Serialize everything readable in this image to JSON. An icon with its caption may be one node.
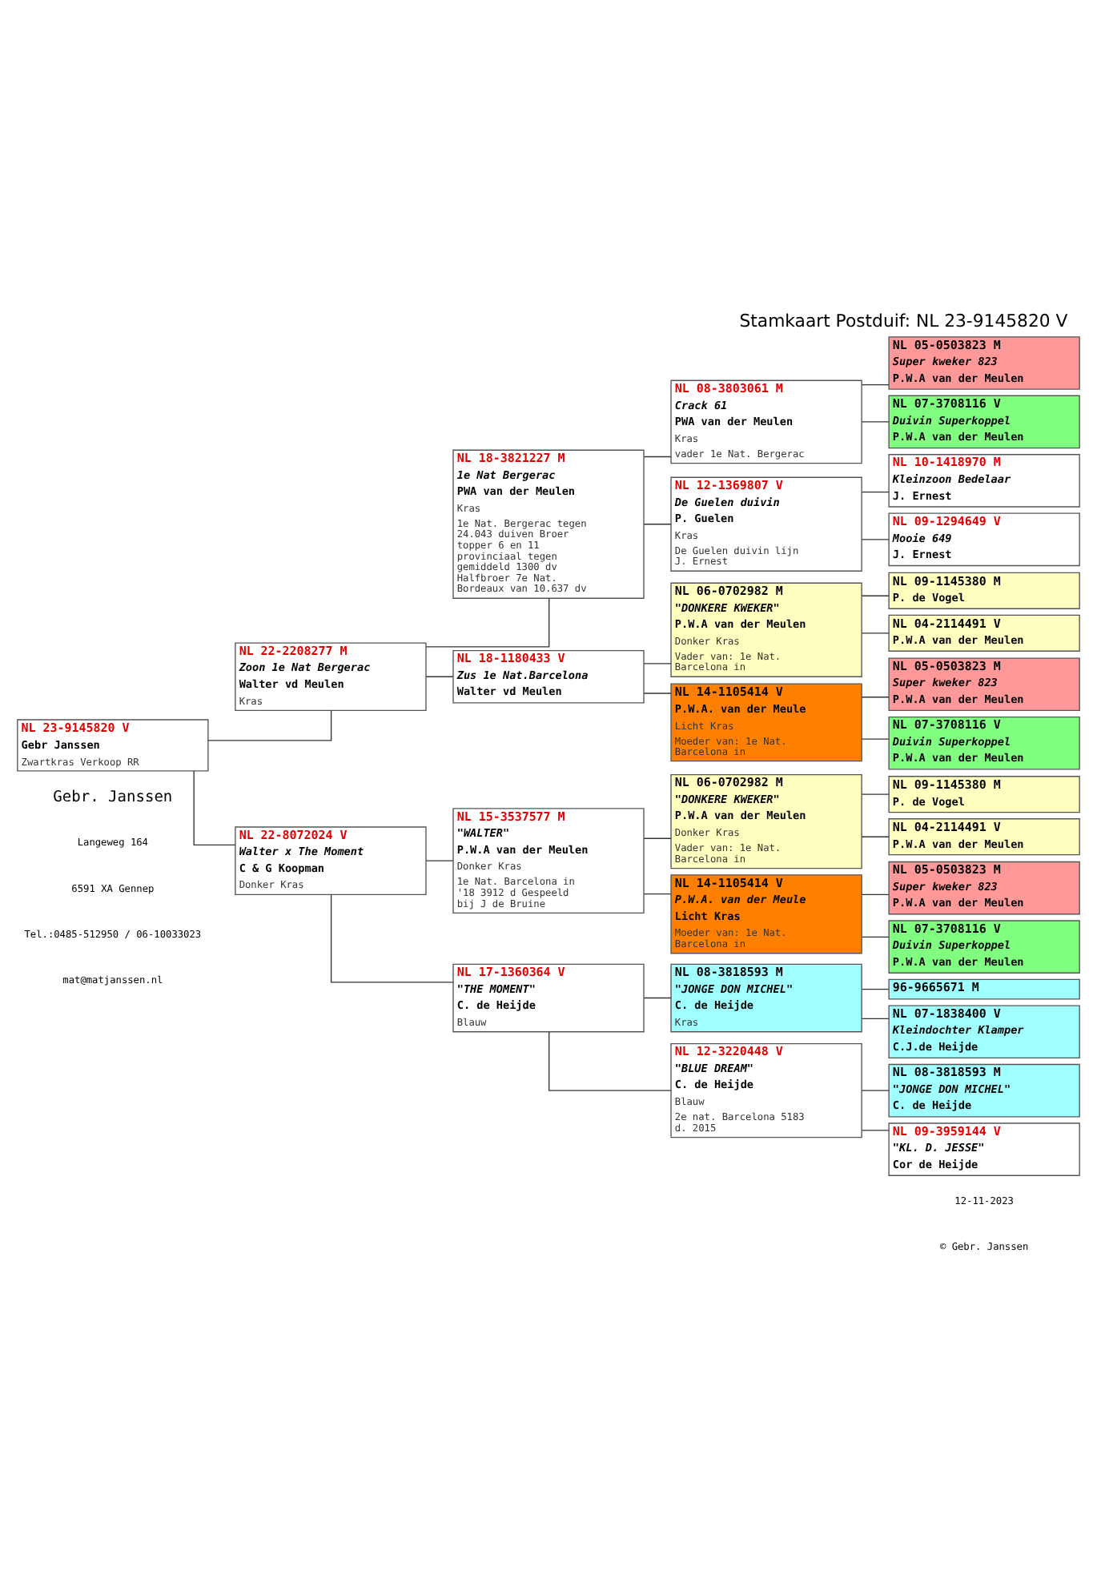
{
  "diagram": {
    "title": "Stamkaart Postduif: NL 23-9145820 V",
    "nodes": [
      {
        "text": [
          "NL 23-9145820 V",
          "Gebr Janssen",
          "Zwartkras Verkoop RR"
        ]
      },
      {
        "text": [
          "NL 22-2208277 M",
          "Zoon 1e Nat Bergerac",
          "Walter vd Meulen",
          "Kras"
        ]
      },
      {
        "text": [
          "NL 22-8072024 V",
          "Walter x The Moment",
          "C & G Koopman",
          "Donker Kras"
        ]
      },
      {
        "text": [
          "NL 18-3821227 M",
          "1e Nat Bergerac",
          "PWA van der Meulen",
          "Kras",
          "1e Nat. Bergerac tegen 24.043 duiven Broer topper 6 en 11 provinciaal tegen gemiddeld 1300 dv Halfbroer 7e Nat. Bordeaux van 10.637 dv"
        ]
      },
      {
        "text": [
          "NL 18-1180433 V",
          "Zus 1e Nat.Barcelona",
          "Walter vd Meulen"
        ]
      },
      {
        "text": [
          "NL 15-3537577 M",
          "\"WALTER\"",
          "P.W.A van der Meulen",
          "Donker Kras",
          "1e Nat. Barcelona in '18 3912 d Gespeeld bij J de Bruine"
        ]
      },
      {
        "text": [
          "NL 17-1360364 V",
          "\"THE MOMENT\"",
          "C. de Heijde",
          "Blauw"
        ]
      },
      {
        "text": [
          "NL 08-3803061 M",
          "Crack 61",
          "PWA van der Meulen",
          "Kras",
          "vader 1e Nat. Bergerac"
        ]
      },
      {
        "text": [
          "NL 12-1369807 V",
          "De Guelen duivin",
          "P. Guelen",
          "Kras",
          "De Guelen duivin lijn J. Ernest"
        ]
      },
      {
        "text": [
          "NL 06-0702982 M",
          "\"DONKERE KWEKER\"",
          "P.W.A van der Meulen",
          "Donker Kras",
          "Vader van: 1e Nat. Barcelona in"
        ]
      },
      {
        "text": [
          "NL 14-1105414 V",
          "P.W.A. van der Meule",
          "Licht Kras",
          "Moeder van: 1e Nat. Barcelona in"
        ]
      },
      {
        "text": [
          "NL 06-0702982 M",
          "\"DONKERE KWEKER\"",
          "P.W.A van der Meulen",
          "Donker Kras",
          "Vader van: 1e Nat. Barcelona in"
        ]
      },
      {
        "text": [
          "NL 14-1105414 V",
          "P.W.A. van der Meule",
          "Licht Kras",
          "Moeder van: 1e Nat. Barcelona in"
        ]
      },
      {
        "text": [
          "NL 08-3818593 M",
          "\"JONGE DON MICHEL\"",
          "C. de Heijde",
          "Kras"
        ]
      },
      {
        "text": [
          "NL 12-3220448 V",
          "\"BLUE DREAM\"",
          "C. de Heijde",
          "Blauw",
          "2e nat. Barcelona 5183 d. 2015"
        ]
      },
      {
        "text": [
          "NL 05-0503823 M",
          "Super kweker 823",
          "P.W.A van der Meulen"
        ]
      },
      {
        "text": [
          "NL 07-3708116 V",
          "Duivin Superkoppel",
          "P.W.A van der Meulen"
        ]
      },
      {
        "text": [
          "NL 10-1418970 M",
          "Kleinzoon Bedelaar",
          "J. Ernest"
        ]
      },
      {
        "text": [
          "NL 09-1294649 V",
          "Mooie 649",
          "J. Ernest"
        ]
      },
      {
        "text": [
          "NL 09-1145380 M",
          "P. de Vogel"
        ]
      },
      {
        "text": [
          "NL 04-2114491 V",
          "P.W.A van der Meulen"
        ]
      },
      {
        "text": [
          "NL 05-0503823 M",
          "Super kweker 823",
          "P.W.A van der Meulen"
        ]
      },
      {
        "text": [
          "NL 07-3708116 V",
          "Duivin Superkoppel",
          "P.W.A van der Meulen"
        ]
      },
      {
        "text": [
          "NL 09-1145380 M",
          "P. de Vogel"
        ]
      },
      {
        "text": [
          "NL 04-2114491 V",
          "P.W.A van der Meulen"
        ]
      },
      {
        "text": [
          "NL 05-0503823 M",
          "Super kweker 823",
          "P.W.A van der Meulen"
        ]
      },
      {
        "text": [
          "NL 07-3708116 V",
          "Duivin Superkoppel",
          "P.W.A van der Meulen"
        ]
      },
      {
        "text": [
          "96-9665671 M"
        ]
      },
      {
        "text": [
          "NL 07-1838400 V",
          "Kleindochter Klamper",
          "C.J.de Heijde"
        ]
      },
      {
        "text": [
          "NL 08-3818593 M",
          "\"JONGE DON MICHEL\"",
          "C. de Heijde"
        ]
      },
      {
        "text": [
          "NL 09-3959144 V",
          "\"KL. D. JESSE\"",
          "Cor de Heijde"
        ]
      }
    ],
    "edges": [
      {
        "from": 0,
        "to": 1,
        "arrow": "none"
      },
      {
        "from": 0,
        "to": 2,
        "arrow": "none"
      },
      {
        "from": 1,
        "to": 3,
        "arrow": "none"
      },
      {
        "from": 1,
        "to": 4,
        "arrow": "none"
      },
      {
        "from": 2,
        "to": 5,
        "arrow": "none"
      },
      {
        "from": 2,
        "to": 6,
        "arrow": "none"
      },
      {
        "from": 3,
        "to": 7,
        "arrow": "none"
      },
      {
        "from": 3,
        "to": 8,
        "arrow": "none"
      },
      {
        "from": 4,
        "to": 9,
        "arrow": "none"
      },
      {
        "from": 4,
        "to": 10,
        "arrow": "none"
      },
      {
        "from": 5,
        "to": 11,
        "arrow": "none"
      },
      {
        "from": 5,
        "to": 12,
        "arrow": "none"
      },
      {
        "from": 6,
        "to": 13,
        "arrow": "none"
      },
      {
        "from": 6,
        "to": 14,
        "arrow": "none"
      },
      {
        "from": 7,
        "to": 15,
        "arrow": "none"
      },
      {
        "from": 7,
        "to": 16,
        "arrow": "none"
      },
      {
        "from": 8,
        "to": 17,
        "arrow": "none"
      },
      {
        "from": 8,
        "to": 18,
        "arrow": "none"
      },
      {
        "from": 9,
        "to": 19,
        "arrow": "none"
      },
      {
        "from": 9,
        "to": 20,
        "arrow": "none"
      },
      {
        "from": 10,
        "to": 21,
        "arrow": "none"
      },
      {
        "from": 10,
        "to": 22,
        "arrow": "none"
      },
      {
        "from": 11,
        "to": 23,
        "arrow": "none"
      },
      {
        "from": 11,
        "to": 24,
        "arrow": "none"
      },
      {
        "from": 12,
        "to": 25,
        "arrow": "none"
      },
      {
        "from": 12,
        "to": 26,
        "arrow": "none"
      },
      {
        "from": 13,
        "to": 27,
        "arrow": "none"
      },
      {
        "from": 13,
        "to": 28,
        "arrow": "none"
      },
      {
        "from": 14,
        "to": 29,
        "arrow": "none"
      },
      {
        "from": 14,
        "to": 30,
        "arrow": "none"
      }
    ],
    "labels": [
      "Gebr. Janssen",
      "Langeweg 164",
      "6591 XA Gennep",
      "Tel.:0485-512950 / 06-10033023",
      "mat@matjanssen.nl",
      "12-11-2023",
      "© Gebr. Janssen"
    ]
  }
}
